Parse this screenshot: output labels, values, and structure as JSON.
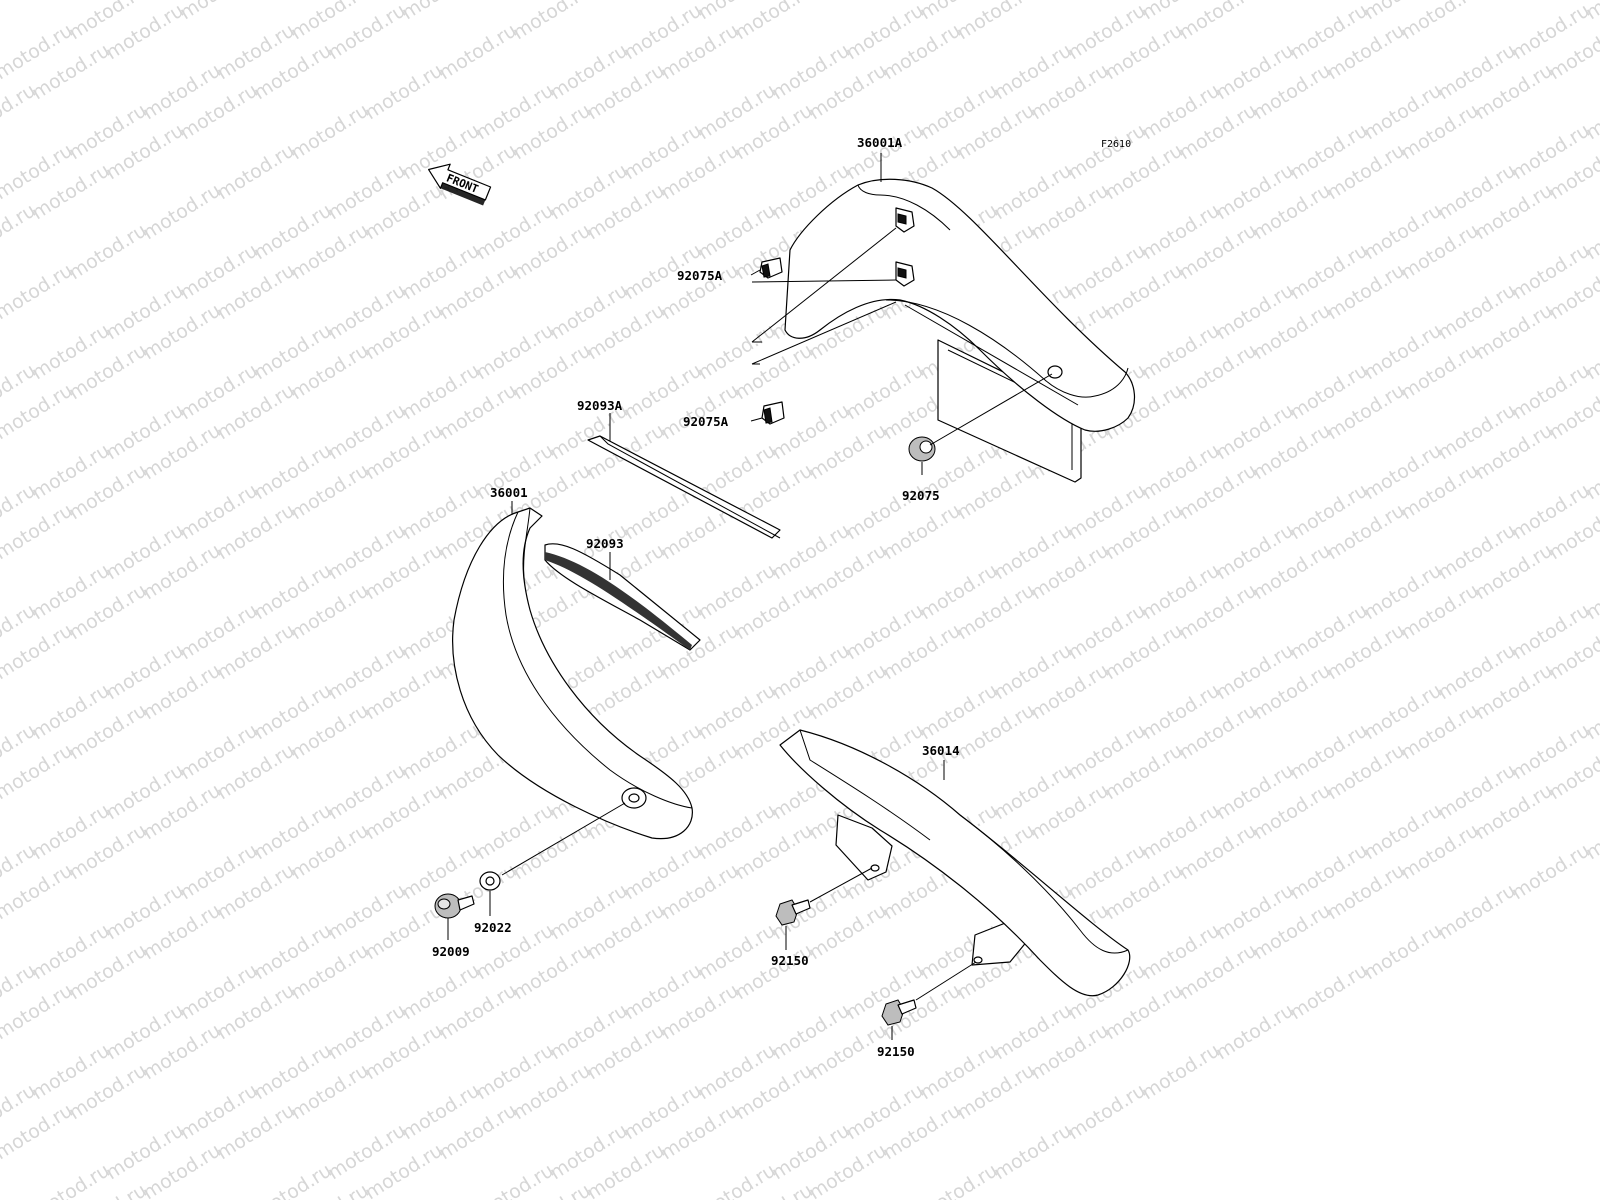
{
  "watermark": {
    "text": "motod.ru"
  },
  "diagram": {
    "code": "F2610",
    "front_arrow": "FRONT",
    "labels": {
      "p36001A": "36001A",
      "p92075A_1": "92075A",
      "p92075A_2": "92075A",
      "p92093A": "92093A",
      "p92075": "92075",
      "p36001": "36001",
      "p92093": "92093",
      "p36014": "36014",
      "p92022": "92022",
      "p92009": "92009",
      "p92150_1": "92150",
      "p92150_2": "92150"
    }
  }
}
